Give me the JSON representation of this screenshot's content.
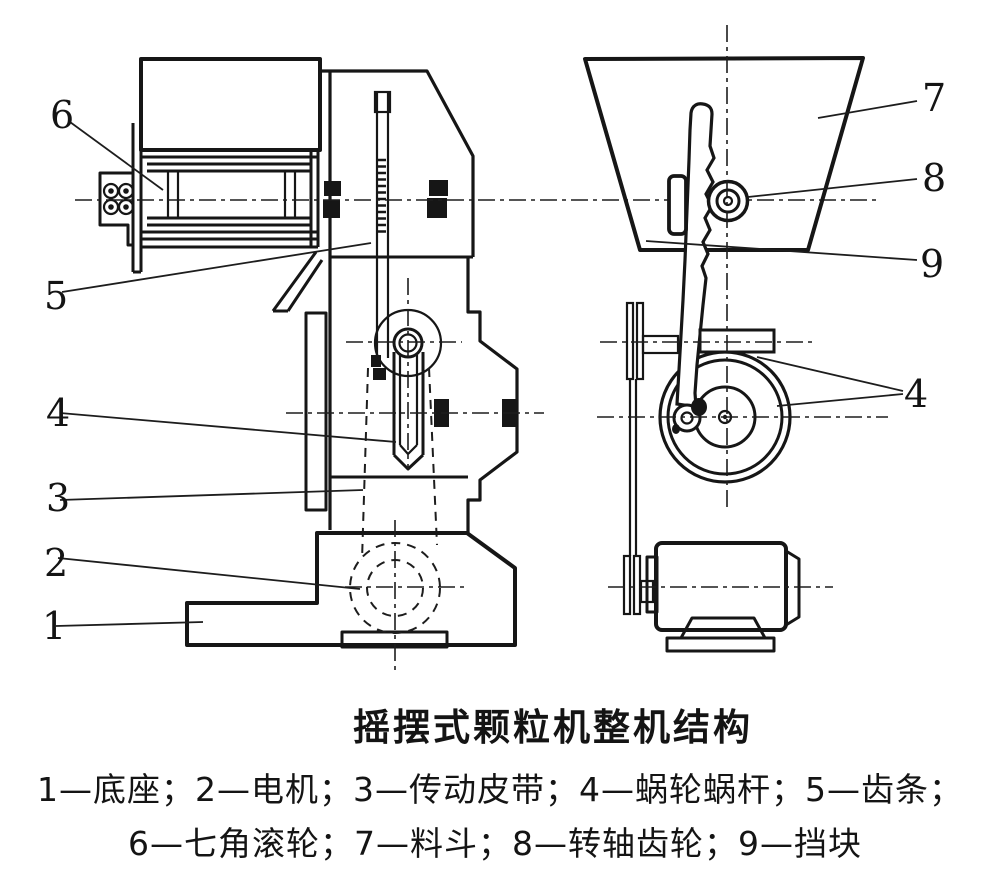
{
  "figure": {
    "title": "摇摆式颗粒机整机结构",
    "legend_line1": "1—底座；2—电机；3—传动皮带；4—蜗轮蜗杆；5—齿条；",
    "legend_line2": "6—七角滚轮；7—料斗；8—转轴齿轮；9—挡块"
  },
  "parts": [
    {
      "num": "1",
      "name": "底座"
    },
    {
      "num": "2",
      "name": "电机"
    },
    {
      "num": "3",
      "name": "传动皮带"
    },
    {
      "num": "4",
      "name": "蜗轮蜗杆"
    },
    {
      "num": "5",
      "name": "齿条"
    },
    {
      "num": "6",
      "name": "七角滚轮"
    },
    {
      "num": "7",
      "name": "料斗"
    },
    {
      "num": "8",
      "name": "转轴齿轮"
    },
    {
      "num": "9",
      "name": "挡块"
    }
  ],
  "callouts": [
    {
      "label": "6",
      "part": "七角滚轮"
    },
    {
      "label": "5",
      "part": "齿条"
    },
    {
      "label": "4",
      "part": "蜗轮蜗杆"
    },
    {
      "label": "3",
      "part": "传动皮带"
    },
    {
      "label": "2",
      "part": "电机"
    },
    {
      "label": "1",
      "part": "底座"
    },
    {
      "label": "7",
      "part": "料斗"
    },
    {
      "label": "8",
      "part": "转轴齿轮"
    },
    {
      "label": "9",
      "part": "挡块"
    },
    {
      "label": "4",
      "part": "蜗轮蜗杆"
    }
  ],
  "colors": {
    "ink": "#161616",
    "paper": "#ffffff"
  }
}
